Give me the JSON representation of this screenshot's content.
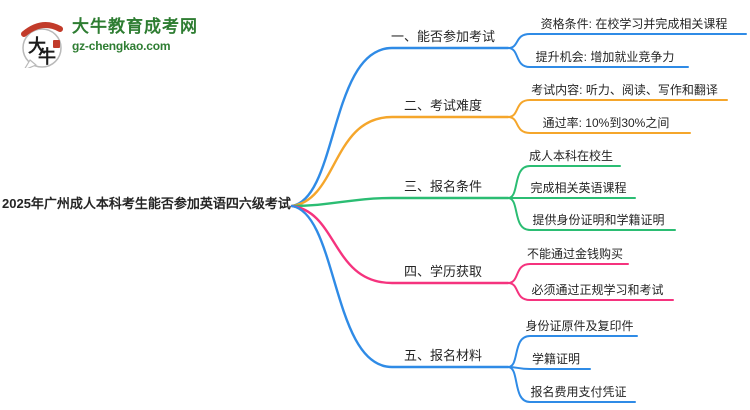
{
  "logo": {
    "title": "大牛教育成考网",
    "domain": "gz-chengkao.com",
    "bubble_char_1": "大",
    "bubble_char_2": "牛"
  },
  "main_topic": "2025年广州成人本科考生能否参加英语四六级考试",
  "branches": [
    {
      "label": "一、能否参加考试",
      "color": "blue",
      "children": [
        "资格条件: 在校学习并完成相关课程",
        "提升机会: 增加就业竞争力"
      ]
    },
    {
      "label": "二、考试难度",
      "color": "orange",
      "children": [
        "考试内容: 听力、阅读、写作和翻译",
        "通过率: 10%到30%之间"
      ]
    },
    {
      "label": "三、报名条件",
      "color": "green",
      "children": [
        "成人本科在校生",
        "完成相关英语课程",
        "提供身份证明和学籍证明"
      ]
    },
    {
      "label": "四、学历获取",
      "color": "pink",
      "children": [
        "不能通过金钱购买",
        "必须通过正规学习和考试"
      ]
    },
    {
      "label": "五、报名材料",
      "color": "blue",
      "children": [
        "身份证原件及复印件",
        "学籍证明",
        "报名费用支付凭证"
      ]
    }
  ],
  "colors": {
    "blue": "#2F8BE6",
    "orange": "#F5A62B",
    "green": "#2BBD73",
    "pink": "#F5337E",
    "logo_green": "#2E7D32",
    "logo_red": "#C23B2A",
    "text_dark": "#252525"
  }
}
